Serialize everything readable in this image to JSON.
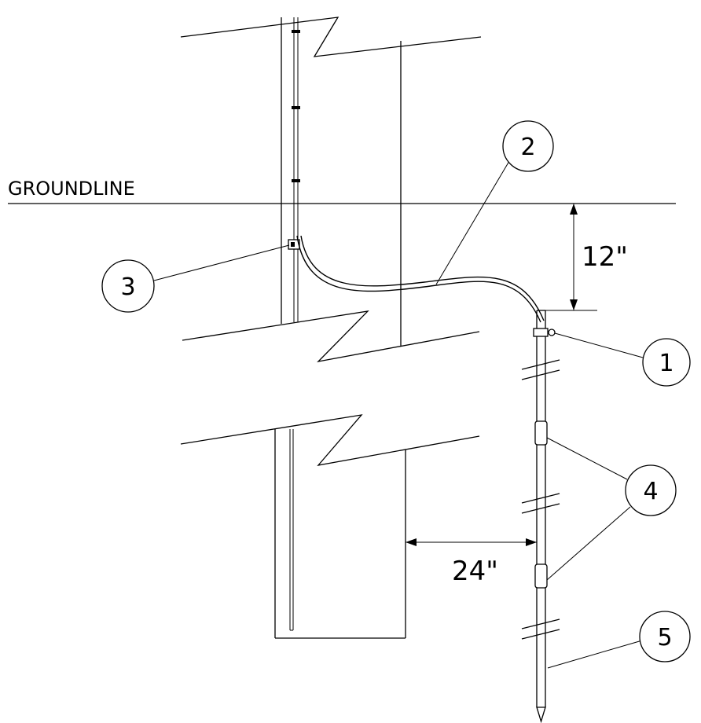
{
  "labels": {
    "groundline": "GROUNDLINE",
    "depth_dimension": "12\"",
    "offset_dimension": "24\""
  },
  "callouts": [
    {
      "id": "1",
      "text": "1"
    },
    {
      "id": "2",
      "text": "2"
    },
    {
      "id": "3",
      "text": "3"
    },
    {
      "id": "4",
      "text": "4"
    },
    {
      "id": "5",
      "text": "5"
    }
  ]
}
